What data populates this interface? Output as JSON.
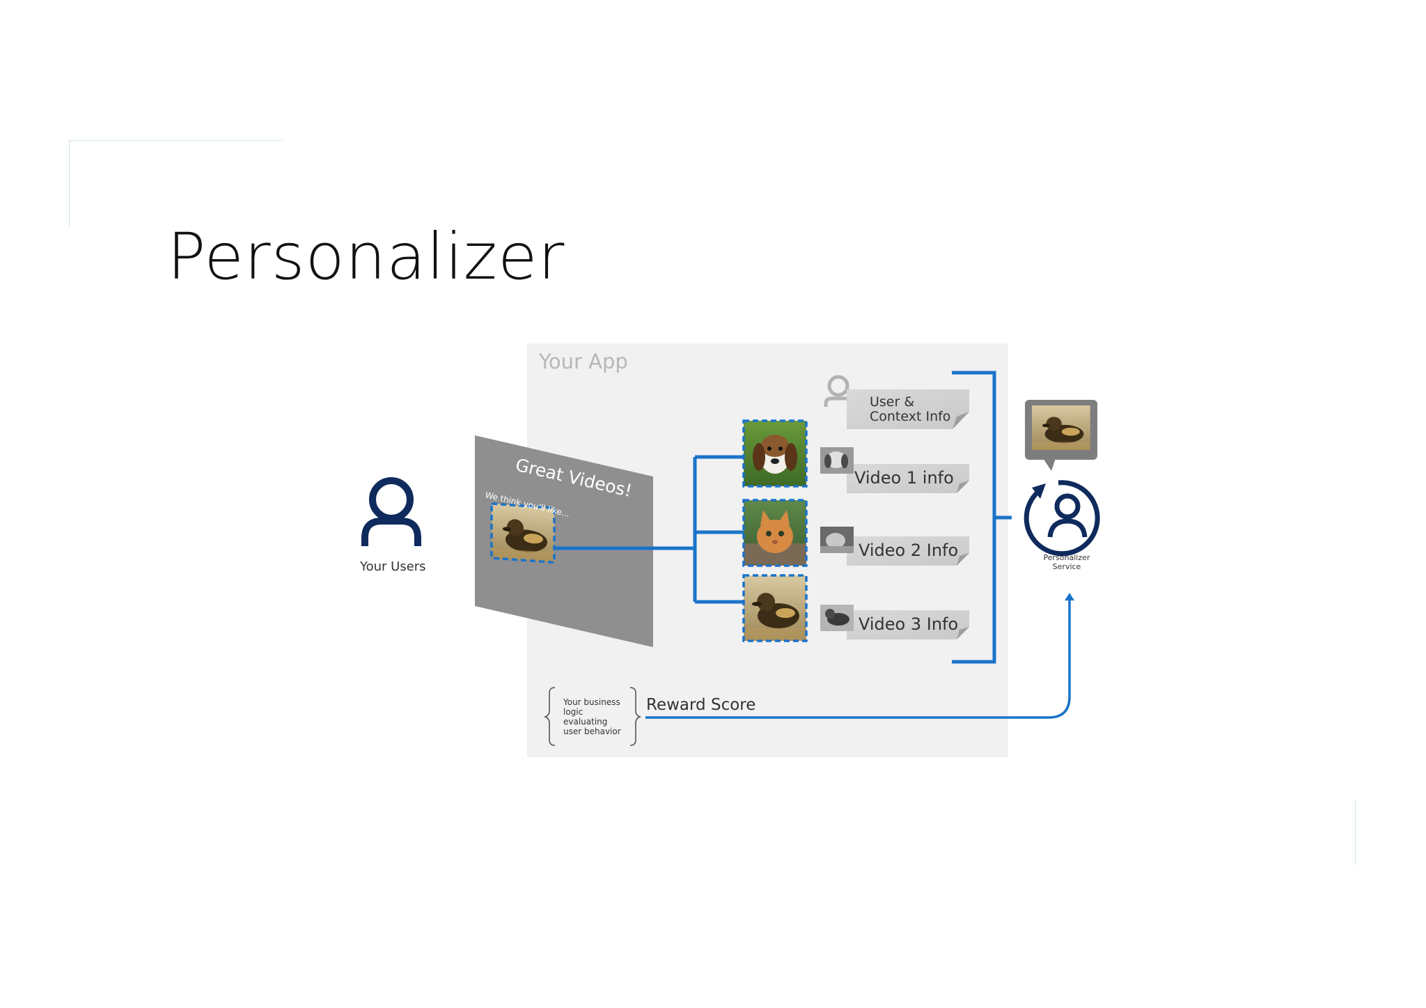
{
  "slide": {
    "title": "Personalizer",
    "app_label": "Your App",
    "users_label": "Your Users",
    "screen": {
      "heading": "Great Videos!",
      "subheading": "We think you'll like..."
    },
    "context_info": "User & Context Info",
    "videos": [
      {
        "label": "Video 1 info",
        "thumbnail": "beagle-puppy-photo"
      },
      {
        "label": "Video 2 Info",
        "thumbnail": "kitten-photo"
      },
      {
        "label": "Video 3 Info",
        "thumbnail": "duckling-photo"
      }
    ],
    "business_logic": [
      "Your business",
      "logic",
      "evaluating",
      "user behavior"
    ],
    "reward_label": "Reward Score",
    "service_label": [
      "Personalizer",
      "Service"
    ],
    "colors": {
      "accent_blue": "#1a73c9",
      "navy": "#0f2a5c",
      "panel_gray": "#8f8f90",
      "app_bg": "#f1f1f2"
    }
  }
}
